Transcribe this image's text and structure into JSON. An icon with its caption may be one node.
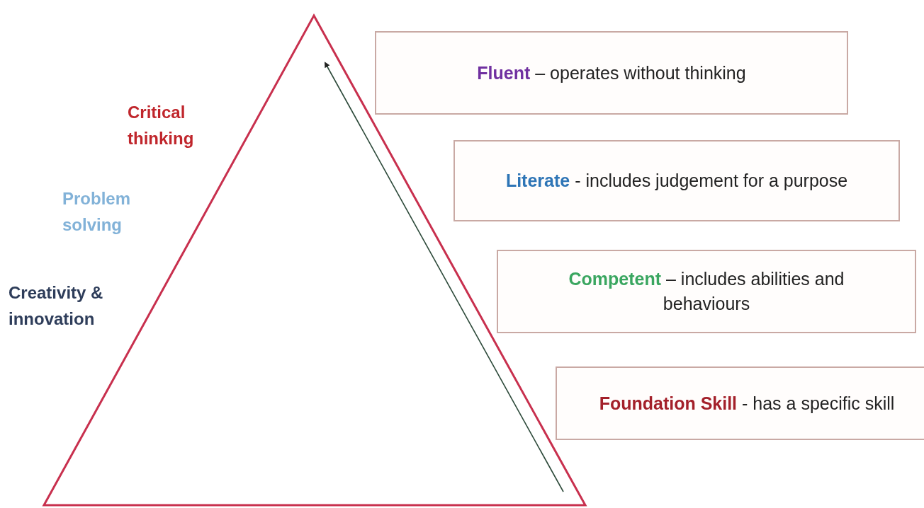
{
  "diagram": {
    "nodes": [
      {
        "text": [
          "**Fluent** – operates without thinking"
        ]
      },
      {
        "text": [
          "**Literate** - includes judgement for a purpose"
        ]
      },
      {
        "text": [
          "**Competent** – includes abilities and behaviours"
        ]
      },
      {
        "text": [
          "**Foundation Skill** - has a specific skill"
        ]
      }
    ],
    "labels": [
      "Critical thinking",
      "Problem solving",
      "Creativity & innovation"
    ]
  }
}
